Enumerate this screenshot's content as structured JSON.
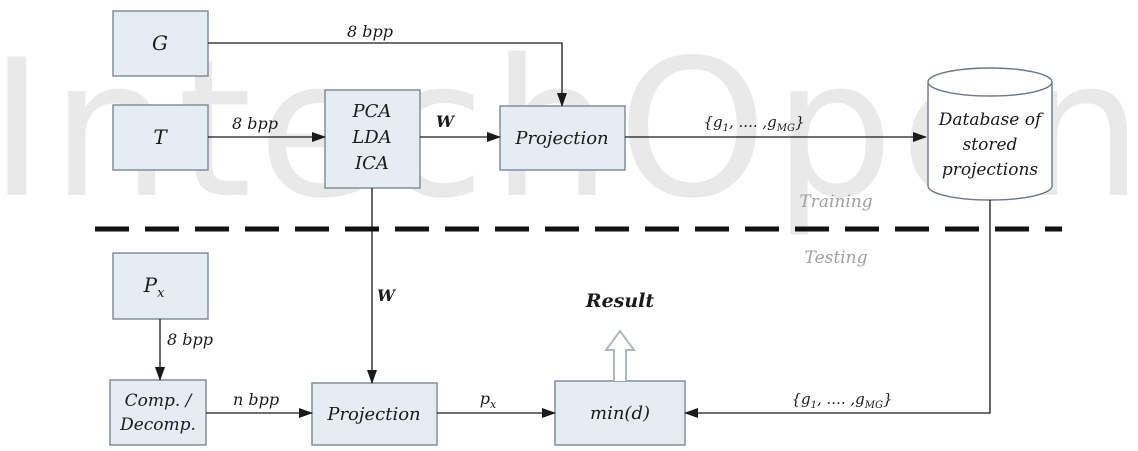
{
  "watermark": "IntechOpen",
  "blocks": {
    "g": "G",
    "t": "T",
    "methods": [
      "PCA",
      "LDA",
      "ICA"
    ],
    "projection_top": "Projection",
    "database": [
      "Database of",
      "stored",
      "projections"
    ],
    "px_main": "P",
    "px_sub": "x",
    "comp": [
      "Comp. /",
      "Decomp."
    ],
    "projection_bottom": "Projection",
    "min": "min(d)"
  },
  "edge_labels": {
    "g_to_projection": "8 bpp",
    "t_to_methods": "8 bpp",
    "w_top": "W",
    "gallery_top": "{g1, ..., gMG}",
    "px_to_comp": "8 bpp",
    "w_down": "W",
    "comp_to_projection": "n bpp",
    "px_projected": "px",
    "gallery_bottom": "{g1, ..., gMG}"
  },
  "phases": {
    "training": "Training",
    "testing": "Testing"
  },
  "result": "Result",
  "colors": {
    "box_fill": "#e6ecf4",
    "box_stroke": "#7c8796",
    "line": "#1a1a1a",
    "dashed_separator": "#111111",
    "result_arrow": "#b0b6bf"
  }
}
